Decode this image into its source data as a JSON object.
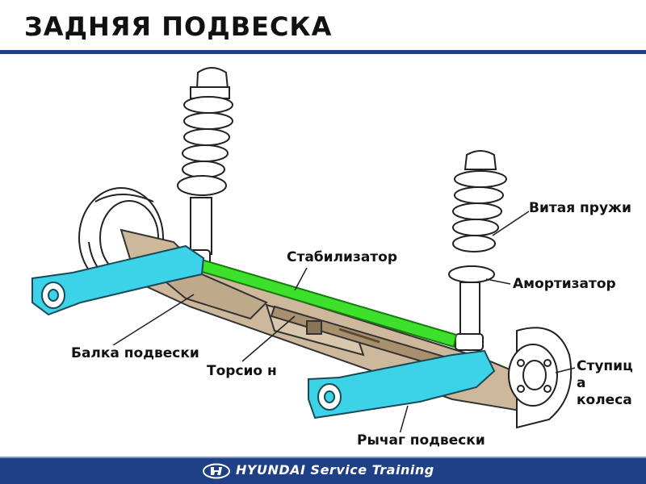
{
  "title": "ЗАДНЯЯ ПОДВЕСКА",
  "labels": {
    "spring": "Витая пружи",
    "stabilizer": "Стабилизатор",
    "shock": "Амортизатор",
    "beam": "Балка подвески",
    "torsion": "Торсио н",
    "hub": "Ступиц а колеса",
    "arm": "Рычаг подвески"
  },
  "footer": {
    "logo_icon": "hyundai-logo-icon",
    "text": "HYUNDAI Service Training"
  },
  "colors": {
    "arm": "#3cd2e8",
    "stabilizer": "#3de02a",
    "beam": "#cdb89c",
    "brand": "#1f3f86"
  }
}
